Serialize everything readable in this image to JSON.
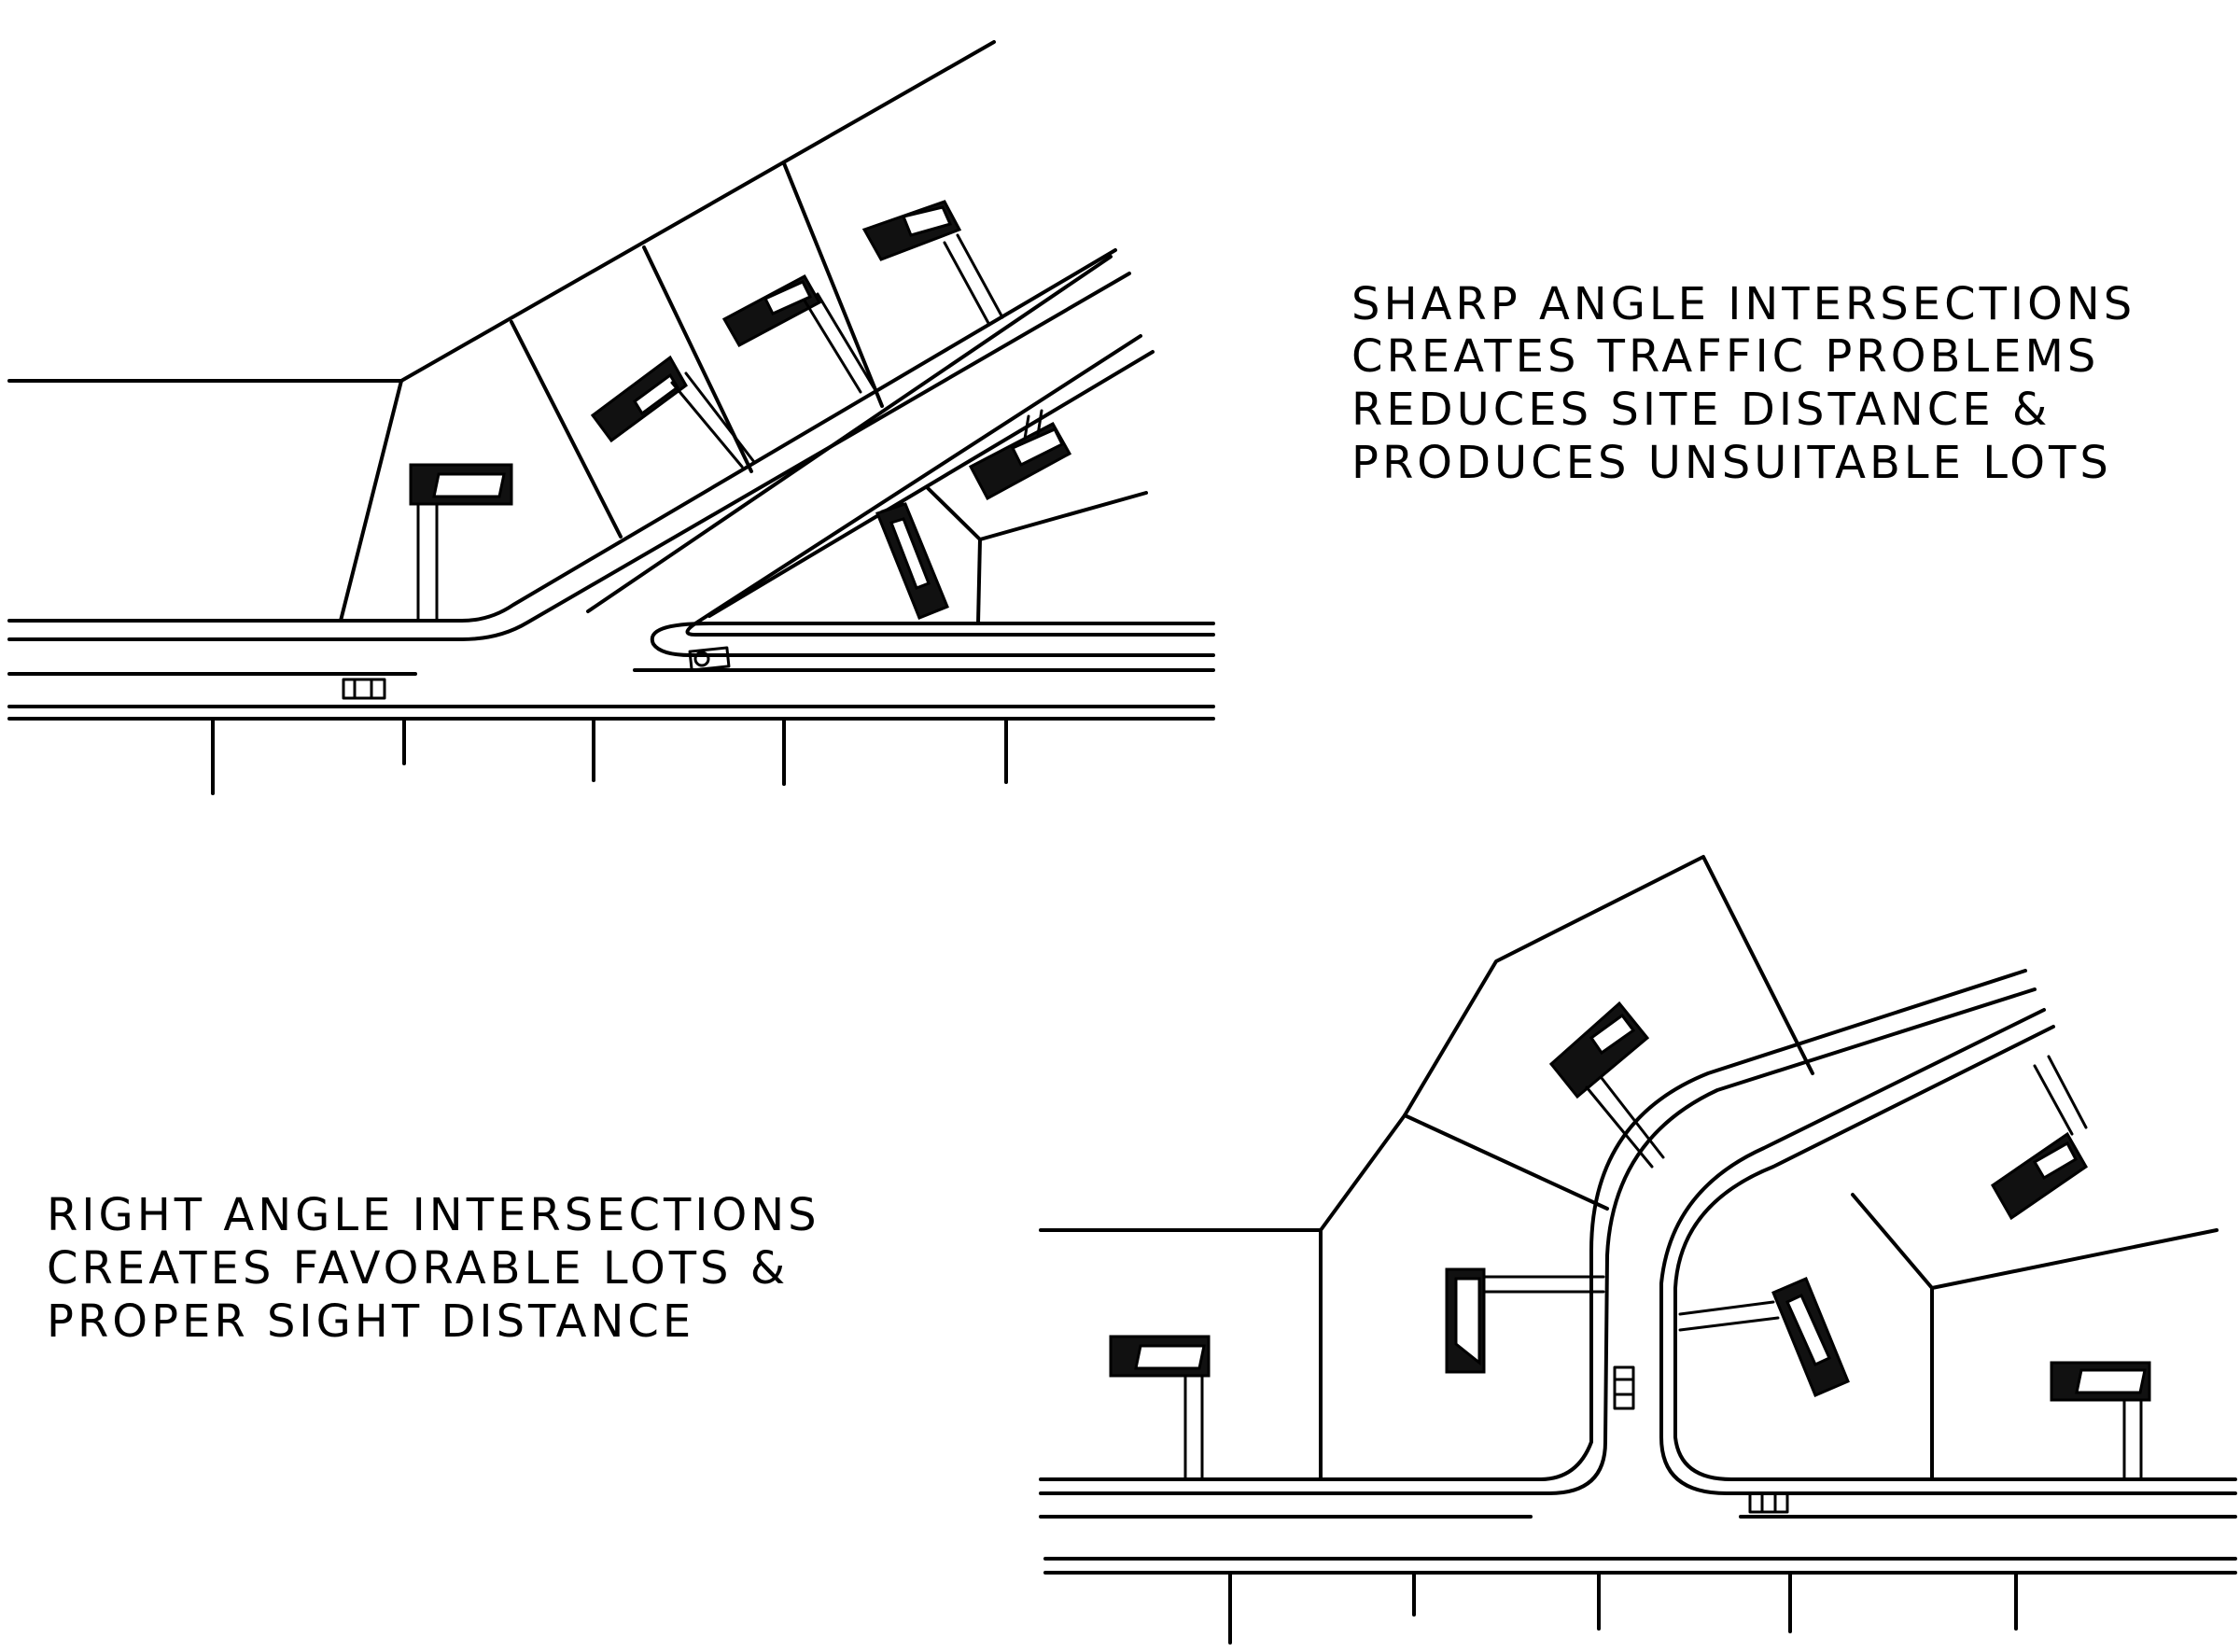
{
  "top_caption": {
    "lines": [
      "SHARP ANGLE INTERSECTIONS",
      "CREATES TRAFFIC PROBLEMS",
      "REDUCES SITE DISTANCE &",
      "PRODUCES UNSUITABLE LOTS"
    ]
  },
  "bottom_caption": {
    "lines": [
      "RIGHT ANGLE INTERSECTIONS",
      "CREATES FAVORABLE LOTS &",
      "PROPER SIGHT DISTANCE"
    ]
  }
}
